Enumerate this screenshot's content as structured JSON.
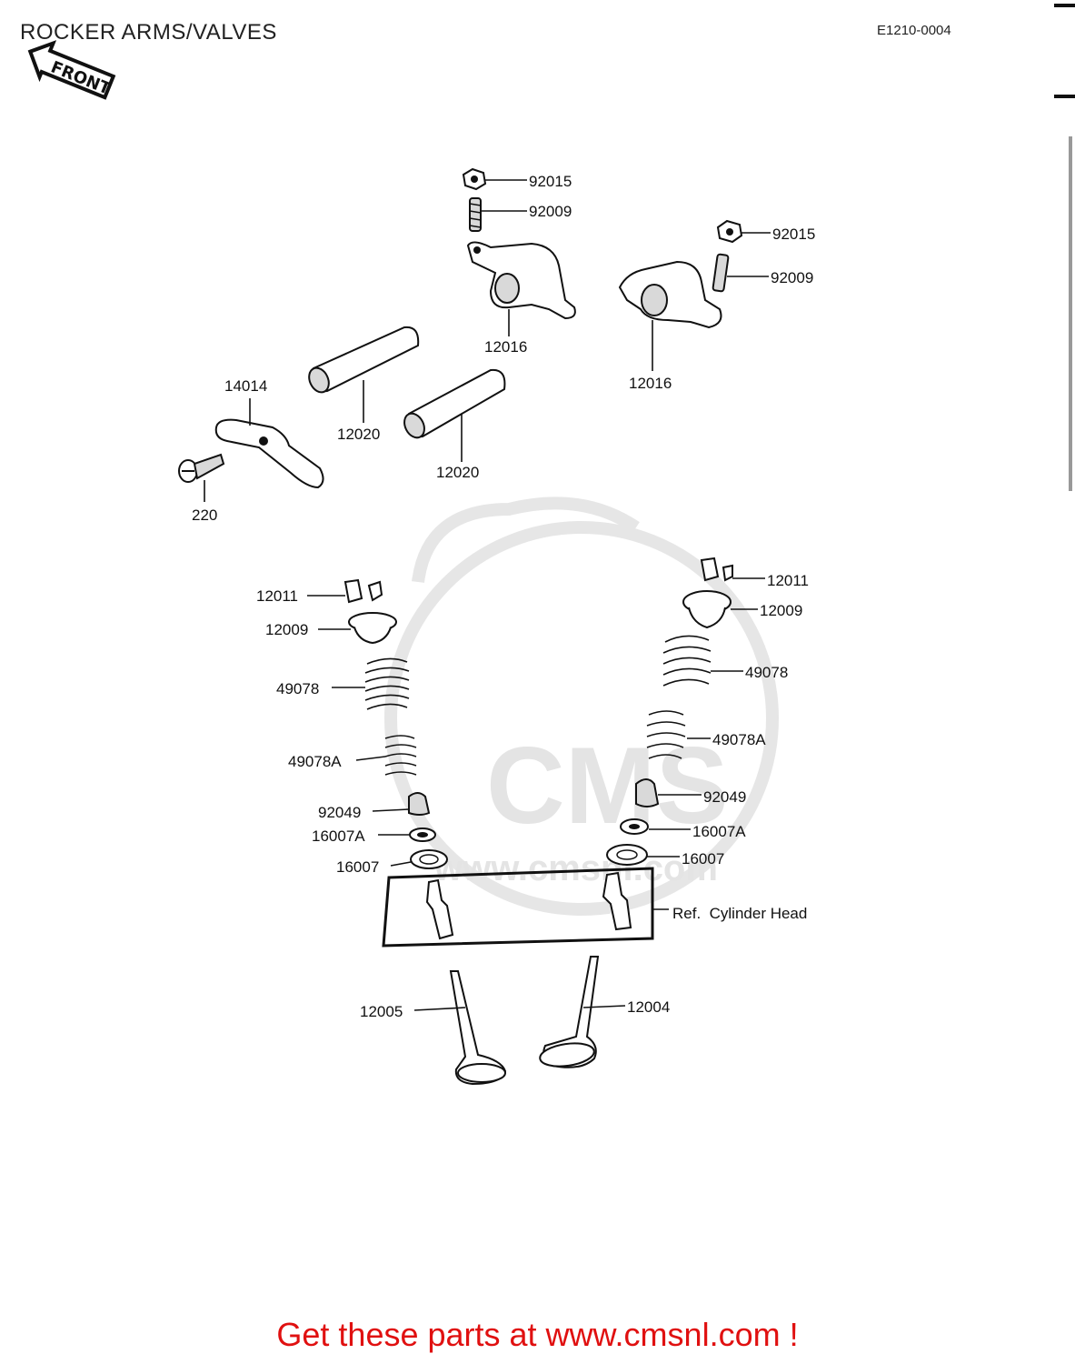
{
  "header": {
    "title": "ROCKER ARMS/VALVES",
    "diagram_code": "E1210-0004"
  },
  "front_badge": "FRONT",
  "watermark": {
    "text": "CMS",
    "url": "www.cmsnl.com"
  },
  "callouts": {
    "nut_upper": "92015",
    "stud_upper": "92009",
    "nut_right": "92015",
    "stud_right": "92009",
    "rocker_left": "12016",
    "rocker_right": "12016",
    "plate": "14014",
    "shaft_upper": "12020",
    "shaft_lower": "12020",
    "screw": "220",
    "cotter_left": "12011",
    "retainer_left": "12009",
    "spring_outer_left": "49078",
    "spring_inner_left": "49078A",
    "seal_left": "92049",
    "seat_small_left": "16007A",
    "seat_left": "16007",
    "cotter_right": "12011",
    "retainer_right": "12009",
    "spring_outer_right": "49078",
    "spring_inner_right": "49078A",
    "seal_right": "92049",
    "seat_small_right": "16007A",
    "seat_right": "16007",
    "ref_cylinder_head": "Ref.  Cylinder Head",
    "valve_exhaust": "12005",
    "valve_intake": "12004"
  },
  "footer": {
    "text": "Get these parts at www.cmsnl.com !"
  },
  "colors": {
    "footer_text": "#e01010",
    "line_art": "#111111",
    "watermark": "#e4e4e4"
  }
}
